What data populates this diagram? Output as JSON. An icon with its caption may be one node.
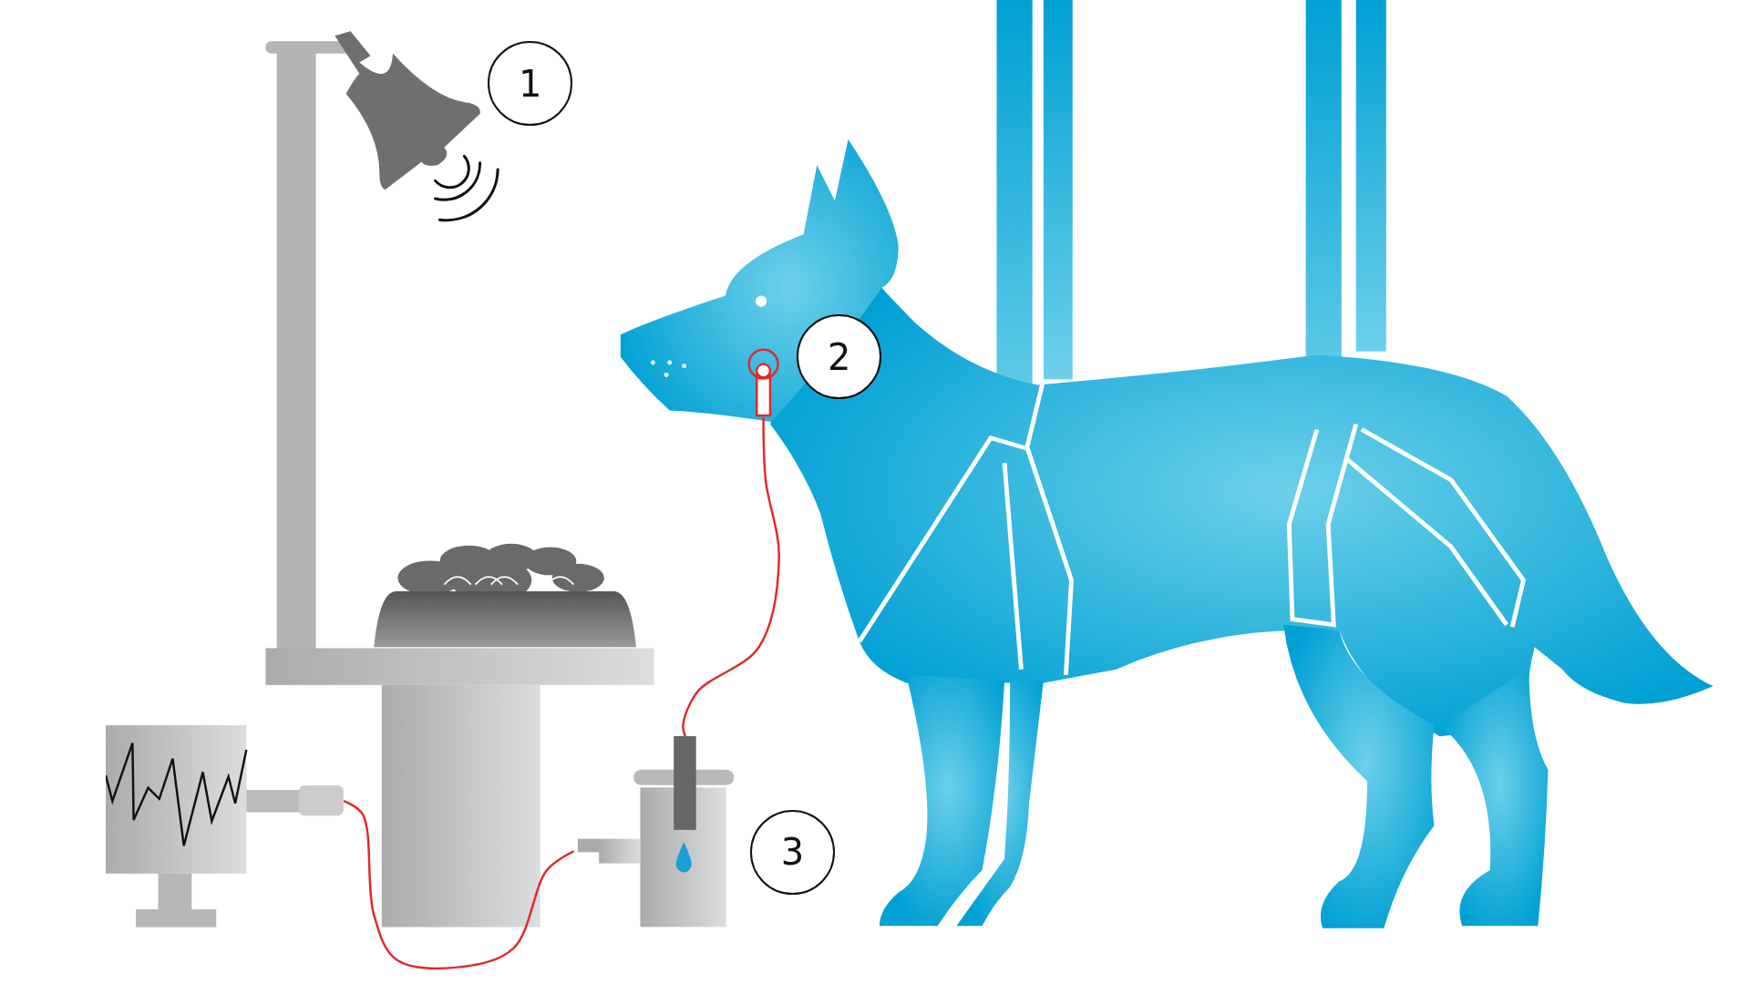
{
  "diagram": {
    "nodes": [
      {
        "text": [
          "1"
        ]
      },
      {
        "text": [
          "2"
        ]
      },
      {
        "text": [
          "3"
        ]
      },
      {
        "text": [],
        "shape": "picture"
      },
      {
        "text": [],
        "shape": "picture"
      },
      {
        "text": [],
        "shape": "picture"
      }
    ],
    "edges": [
      {
        "from": 3,
        "to": 4,
        "arrow": "none"
      },
      {
        "from": 5,
        "to": 4,
        "arrow": "none"
      }
    ]
  }
}
